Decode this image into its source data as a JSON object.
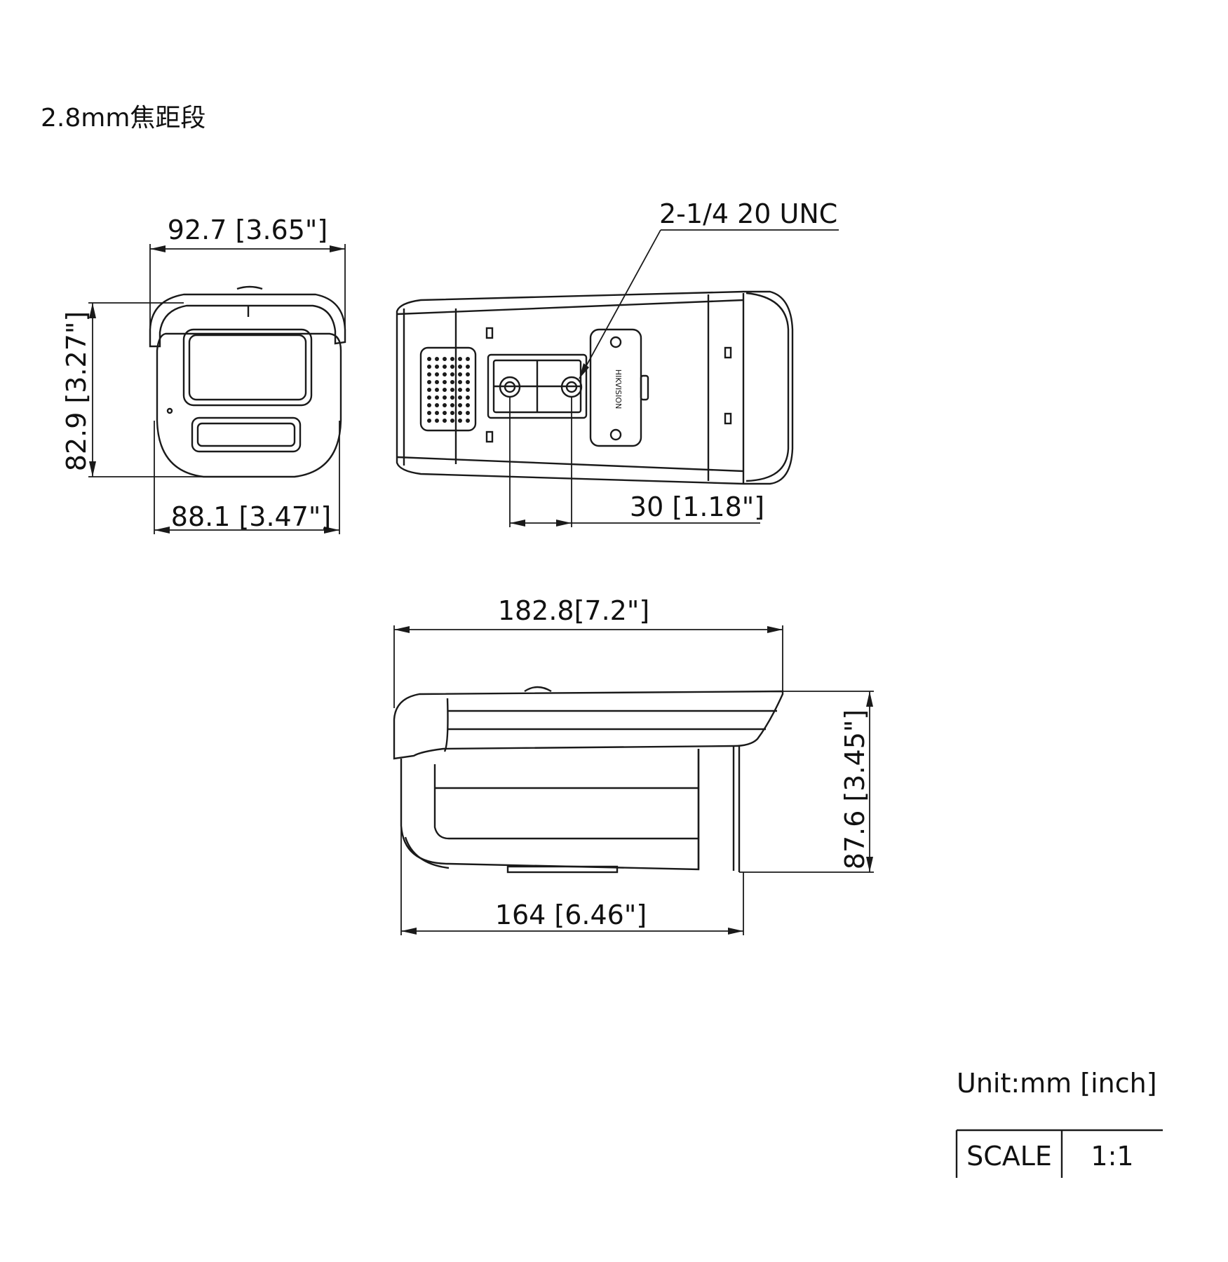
{
  "title": "2.8mm焦距段",
  "front_view": {
    "width_top": "92.7 [3.65\"]",
    "height": "82.9 [3.27\"]",
    "width_bottom": "88.1 [3.47\"]"
  },
  "bottom_view": {
    "thread_label": "2-1/4 20 UNC",
    "hole_spacing": "30 [1.18\"]",
    "brand_mark": "HIKVISION"
  },
  "side_view": {
    "total_length": "182.8[7.2\"]",
    "height": "87.6 [3.45\"]",
    "body_length": "164 [6.46\"]"
  },
  "footer": {
    "unit": "Unit:mm [inch]",
    "scale_label": "SCALE",
    "scale_value": "1:1"
  },
  "colors": {
    "line": "#1a1a1a",
    "background": "#ffffff"
  }
}
